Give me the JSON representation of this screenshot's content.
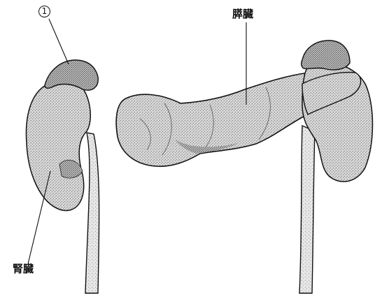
{
  "labels": {
    "marker_number": "1",
    "pancreas": "膵臓",
    "kidney": "腎臓"
  }
}
